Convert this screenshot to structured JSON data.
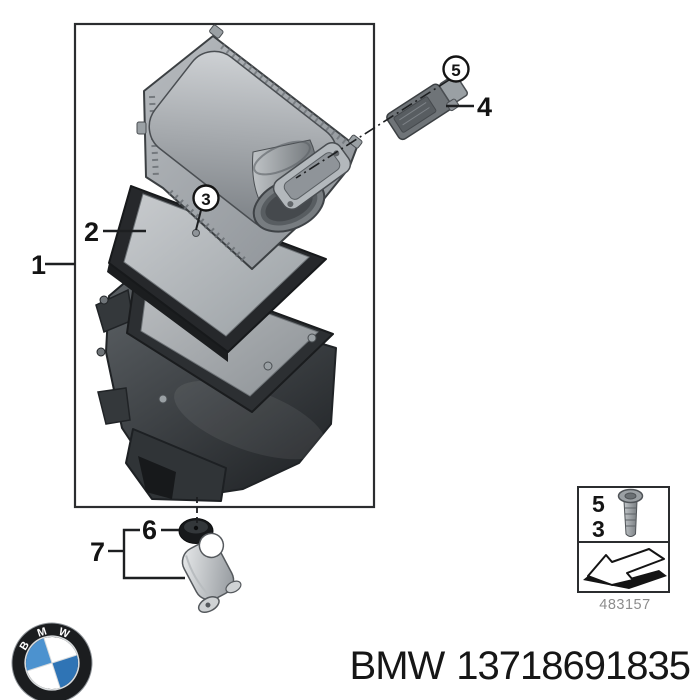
{
  "diagram": {
    "description": "Exploded parts diagram of intake air cleaner assembly",
    "callouts": {
      "c1": "1",
      "c2": "2",
      "c3": "3",
      "c4": "4",
      "c5": "5",
      "c6": "6",
      "c7": "7"
    },
    "part_drawings": [
      "air-cleaner-cover",
      "filter-element",
      "lower-cover-panel",
      "air-cleaner-housing",
      "mass-air-flow-sensor",
      "rubber-grommet",
      "support-bracket"
    ]
  },
  "legend": {
    "row1": "5",
    "row2": "3",
    "code": "483157",
    "icons": [
      "torx-screw-icon",
      "direction-arrow-icon"
    ]
  },
  "footer": {
    "brand": "BMW",
    "part_number": "13718691835",
    "logo_letters": {
      "b": "B",
      "m": "M",
      "w": "W"
    }
  },
  "colors": {
    "line_black": "#1d1f21",
    "part_gray_light": "#c6c9cc",
    "part_gray_mid": "#8f9499",
    "part_gray_dark": "#2b2e31",
    "bmw_blue": "#3f86c5",
    "code_gray": "#8c8c8c",
    "text_black": "#161616"
  }
}
